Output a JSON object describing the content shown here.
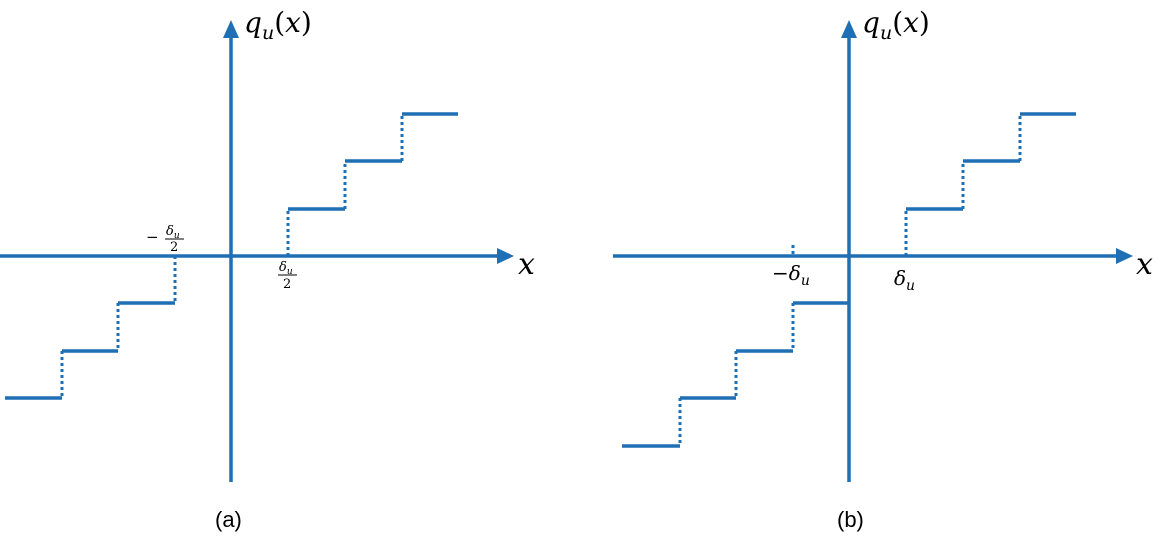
{
  "panels": [
    {
      "id": "a",
      "caption": "(a)",
      "y_axis_label": "q_u(x)",
      "x_axis_label": "x",
      "tick_neg_num": "δ_u",
      "tick_neg_den": "2",
      "tick_pos_num": "δ_u",
      "tick_pos_den": "2",
      "tick_neg_minus": "−"
    },
    {
      "id": "b",
      "caption": "(b)",
      "y_axis_label": "q_u(x)",
      "x_axis_label": "x",
      "tick_neg": "−δ_u",
      "tick_pos": "δ_u"
    }
  ],
  "colors": {
    "line": "#1f6fb5"
  },
  "labels": {
    "q": "q",
    "u": "u",
    "x": "x",
    "paren_open": "(",
    "paren_close": ")",
    "delta": "δ",
    "minus": "−",
    "two": "2"
  }
}
